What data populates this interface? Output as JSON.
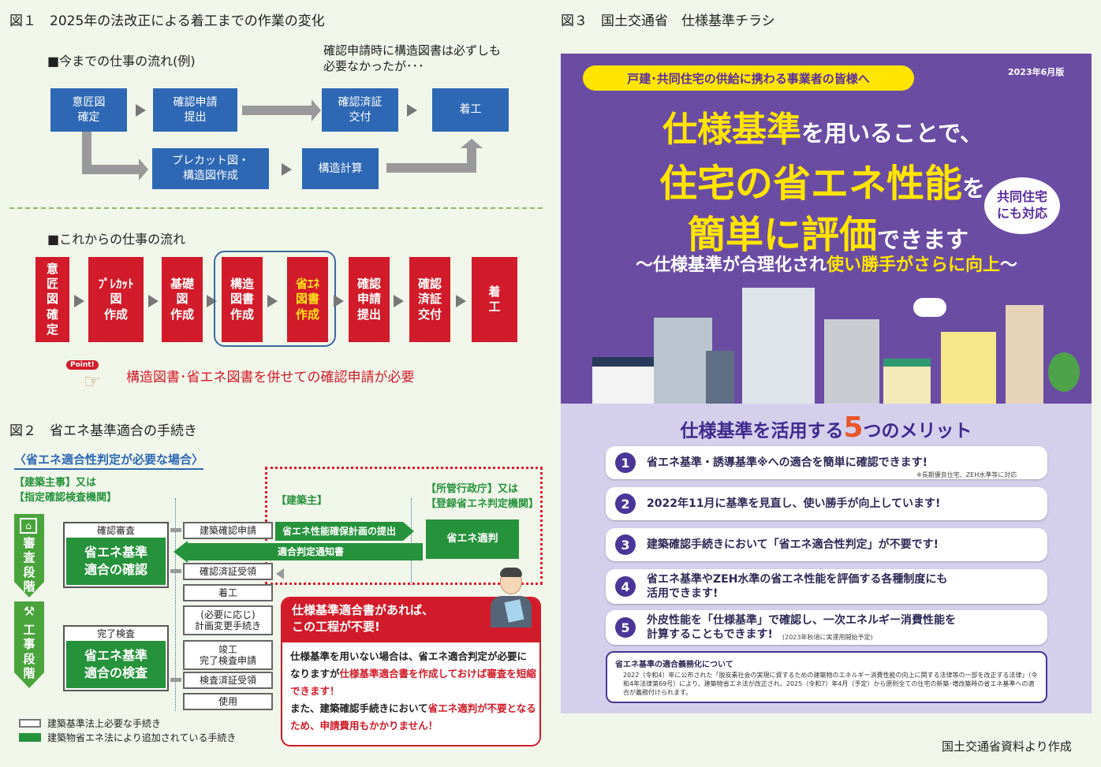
{
  "fig1": {
    "title": "図１　2025年の法改正による着工までの作業の変化",
    "old_heading": "■今までの仕事の流れ(例)",
    "note": "確認申請時に構造図書は必ずしも\n必要なかったが･･･",
    "old_boxes": [
      "意匠図\n確定",
      "確認申請\n提出",
      "確認済証\n交付",
      "着工",
      "プレカット図・\n構造図作成",
      "構造計算"
    ],
    "new_heading": "■これからの仕事の流れ",
    "new_boxes": [
      "意\n匠\n図\n確\n定",
      "ﾌﾟﾚｶｯﾄ\n図\n作成",
      "基礎\n図\n作成",
      "構造\n図書\n作成",
      "省ｴﾈ\n図書\n作成",
      "確認\n申請\n提出",
      "確認\n済証\n交付",
      "着\n工"
    ],
    "point_badge": "Point!",
    "point_text": "構造図書･省エネ図書を併せての確認申請が必要"
  },
  "fig2": {
    "title": "図２　省エネ基準適合の手続き",
    "case_label": "〈省エネ適合性判定が必要な場合〉",
    "col1_line1": "【建築主事】又は",
    "col1_line2": "【指定確認検査機関】",
    "col2": "【建築主】",
    "col3_line1": "【所管行政庁】又は",
    "col3_line2": "【登録省エネ判定機関】",
    "stage_review": "審\n査\n段\n階",
    "stage_work": "工\n事\n段\n階",
    "review_head": "確認審査",
    "review_body": "省エネ基準\n適合の確認",
    "done_head": "完了検査",
    "done_body": "省エネ基準\n適合の検査",
    "steps": [
      "建築確認申請",
      "確認済証受領",
      "着工",
      "(必要に応じ)\n計画変更手続き",
      "竣工\n完了検査申請",
      "検査済証受領",
      "使用"
    ],
    "plan_submit": "省エネ性能確保計画の提出",
    "notice": "適合判定通知書",
    "judge": "省エネ適判",
    "callout_title": "仕様基準適合書があれば、\nこの工程が不要!",
    "callout_p1_a": "仕様基準を用いない場合は、省エネ適合判定が必要になりますが",
    "callout_p1_red": "仕様基準適合書を作成しておけば審査を短縮できます！",
    "callout_p2_a": "また、建築確認手続きにおいて",
    "callout_p2_red": "省エネ適判が不要となるため、申請費用もかかりません！",
    "legend_white": "建築基準法上必要な手続き",
    "legend_green": "建築物省エネ法により追加されている手続き"
  },
  "fig3": {
    "title": "図３　国土交通省　仕様基準チラシ",
    "banner": "戸建･共同住宅の供給に携わる事業者の皆様へ",
    "edition": "2023年6月版",
    "h_a": "仕様基準",
    "h_b": "を用いることで、",
    "h_c": "住宅の省エネ性能",
    "h_d": "を",
    "h_e": "簡単に評価",
    "h_f": "できます",
    "bubble": "共同住宅\nにも対応",
    "sub_a": "〜仕様基準が合理化され",
    "sub_b": "使い勝手がさらに向上",
    "sub_c": "〜",
    "merits_a": "仕様基準を活用する",
    "merits_num": "5",
    "merits_b": "つのメリット",
    "merits": [
      {
        "n": "1",
        "text": "省エネ基準・誘導基準※への適合を簡単に確認できます!",
        "note": "※長期優良住宅、ZEH水準等に対応"
      },
      {
        "n": "2",
        "text": "2022年11月に基準を見直し、使い勝手が向上しています!",
        "note": ""
      },
      {
        "n": "3",
        "text": "建築確認手続きにおいて「省エネ適合性判定」が不要です!",
        "note": ""
      },
      {
        "n": "4",
        "text": "省エネ基準やZEH水準の省エネ性能を評価する各種制度にも\n活用できます!",
        "note": ""
      },
      {
        "n": "5",
        "text": "外皮性能を「仕様基準」で確認し、一次エネルギー消費性能を\n計算することもできます!",
        "note": "(2023年秋頃に実運用開始予定)"
      }
    ],
    "info_title": "省エネ基準の適合義務化について",
    "info_body": "2022（令和4）年に公布された「脱炭素社会の実現に資するための建築物のエネルギー消費性能の向上に関する法律等の一部を改正する法律」（令和4年法律第69号）により、建築物省エネ法が改正され、2025（令和7）年4月（予定）から原則全ての住宅の新築･増改築時の省エネ基準への適合が義務付けられます。"
  },
  "source": "国土交通省資料より作成"
}
